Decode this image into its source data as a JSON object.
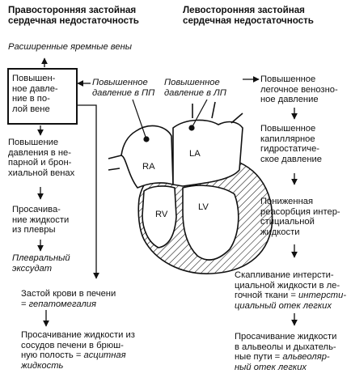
{
  "left_title": "Правосторонняя застойная\nсердечная недостаточность",
  "right_title": "Левосторонняя застойная\nсердечная недостаточность",
  "left": {
    "jugular": "Расширенные яремные вены",
    "ivc_box": "Повышен-\nное давле-\nние в по-\nлой вене",
    "azygos": "Повышение\nдавления в не-\nпарной и брон-\nхиальной венах",
    "pleura_leak": "Просачива-\nние жидкости\nиз плевры",
    "effusion": "Плевральный\nэкссудат",
    "liver_congestion": "Застой крови в печени\n= гепатомегалия",
    "ascites": "Просачивание жидкости из\nсосудов печени в брюш-\nную полость = асцитная\nжидкость"
  },
  "center": {
    "ra_pressure": "Повышенное\nдавление в ПП",
    "la_pressure": "Повышенное\nдавление в ЛП"
  },
  "heart": {
    "ra": "RA",
    "la": "LA",
    "rv": "RV",
    "lv": "LV"
  },
  "right": {
    "pulmonary_venous": "Повышенное\nлегочное венозно-\nное давление",
    "capillary": "Повышенное\nкапиллярное\nгидростатиче-\nское давление",
    "reabsorption": "Пониженная\nреасорбция интер-\nстициальной\nжидкости",
    "interstitial_edema": "Скапливание интерсти-\nциальной жидкости в ле-\nгочной ткани = интерсти-\nциальный отек легких",
    "alveolar_edema": "Просачивание жидкости\nв альвеолы и дыхатель-\nные пути = альвеоляр-\nный отек легких"
  },
  "colors": {
    "ink": "#111111",
    "background": "#ffffff"
  }
}
